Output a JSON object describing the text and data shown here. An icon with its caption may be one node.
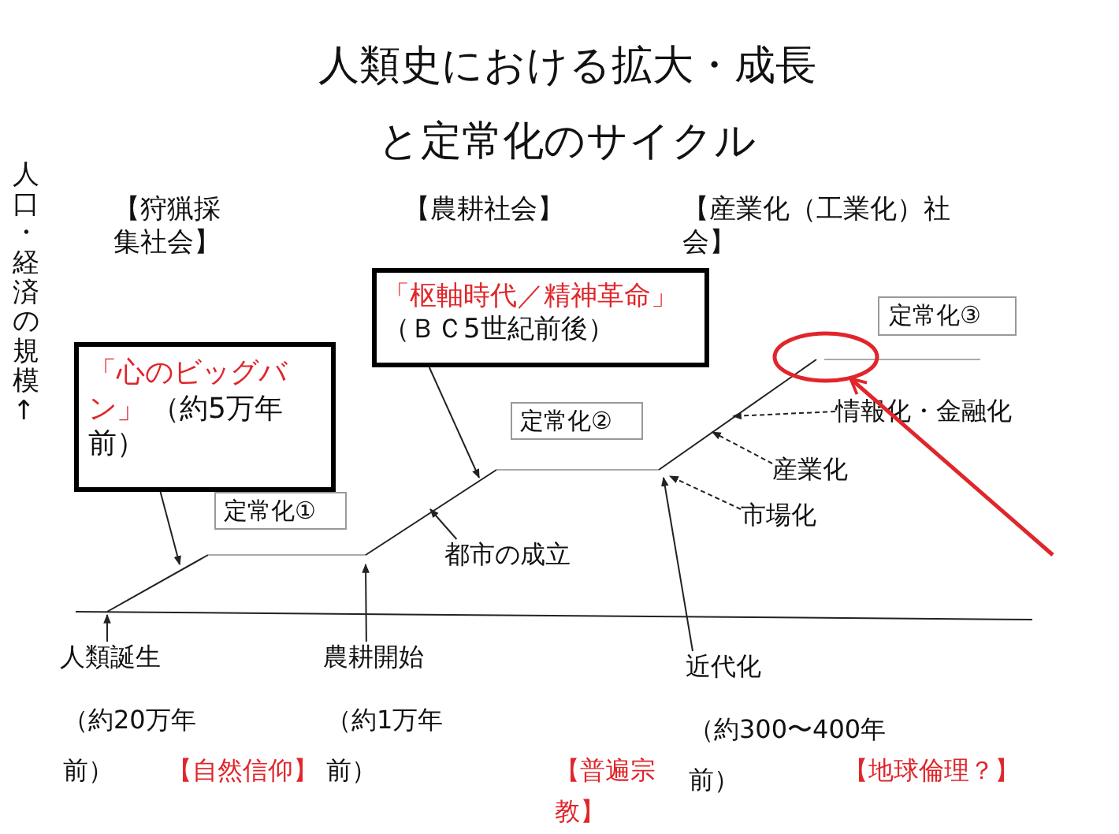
{
  "diagram": {
    "title": "人類史における拡大・成長と定常化のサイクル",
    "nodes": [
      {
        "text": [
          "【狩猟採集社会】"
        ]
      },
      {
        "text": [
          "【農耕社会】"
        ]
      },
      {
        "text": [
          "【産業化（工業化）社会】"
        ]
      },
      {
        "text": [
          "「心のビッグバン」",
          "（約5万年前）"
        ]
      },
      {
        "text": [
          "「枢軸時代／精神革命」",
          "（ＢＣ5世紀前後）"
        ]
      },
      {
        "text": [
          "定常化①"
        ]
      },
      {
        "text": [
          "定常化②"
        ]
      },
      {
        "text": [
          "定常化③"
        ]
      },
      {
        "text": [
          "都市の成立"
        ]
      },
      {
        "text": [
          "情報化・金融化"
        ]
      },
      {
        "text": [
          "産業化"
        ]
      },
      {
        "text": [
          "市場化"
        ]
      },
      {
        "text": [
          "人類誕生",
          "（約20万年前）"
        ]
      },
      {
        "text": [
          "農耕開始",
          "（約1万年前）"
        ]
      },
      {
        "text": [
          "近代化",
          "（約300〜400年前）"
        ]
      },
      {
        "text": [],
        "shape": "circle"
      }
    ],
    "edges": [
      {
        "from": 3,
        "to": null,
        "arrow": "to"
      },
      {
        "from": 4,
        "to": null,
        "arrow": "to"
      },
      {
        "from": 8,
        "to": null,
        "arrow": "to"
      },
      {
        "from": 12,
        "to": null,
        "arrow": "to"
      },
      {
        "from": 13,
        "to": null,
        "arrow": "to"
      },
      {
        "from": 14,
        "to": null,
        "arrow": "to"
      },
      {
        "from": 11,
        "to": null,
        "arrow": "to",
        "style": "dashed"
      },
      {
        "from": 10,
        "to": null,
        "arrow": "to",
        "style": "dashed"
      },
      {
        "from": 9,
        "to": null,
        "arrow": "to",
        "style": "dashed"
      },
      {
        "from": null,
        "to": 15,
        "arrow": "to",
        "style": "thick",
        "color": "#e0262b"
      }
    ],
    "labels": [
      "人口・経済の規模↑",
      "【自然信仰】",
      "【普遍宗教】",
      "【地球倫理？】"
    ]
  }
}
